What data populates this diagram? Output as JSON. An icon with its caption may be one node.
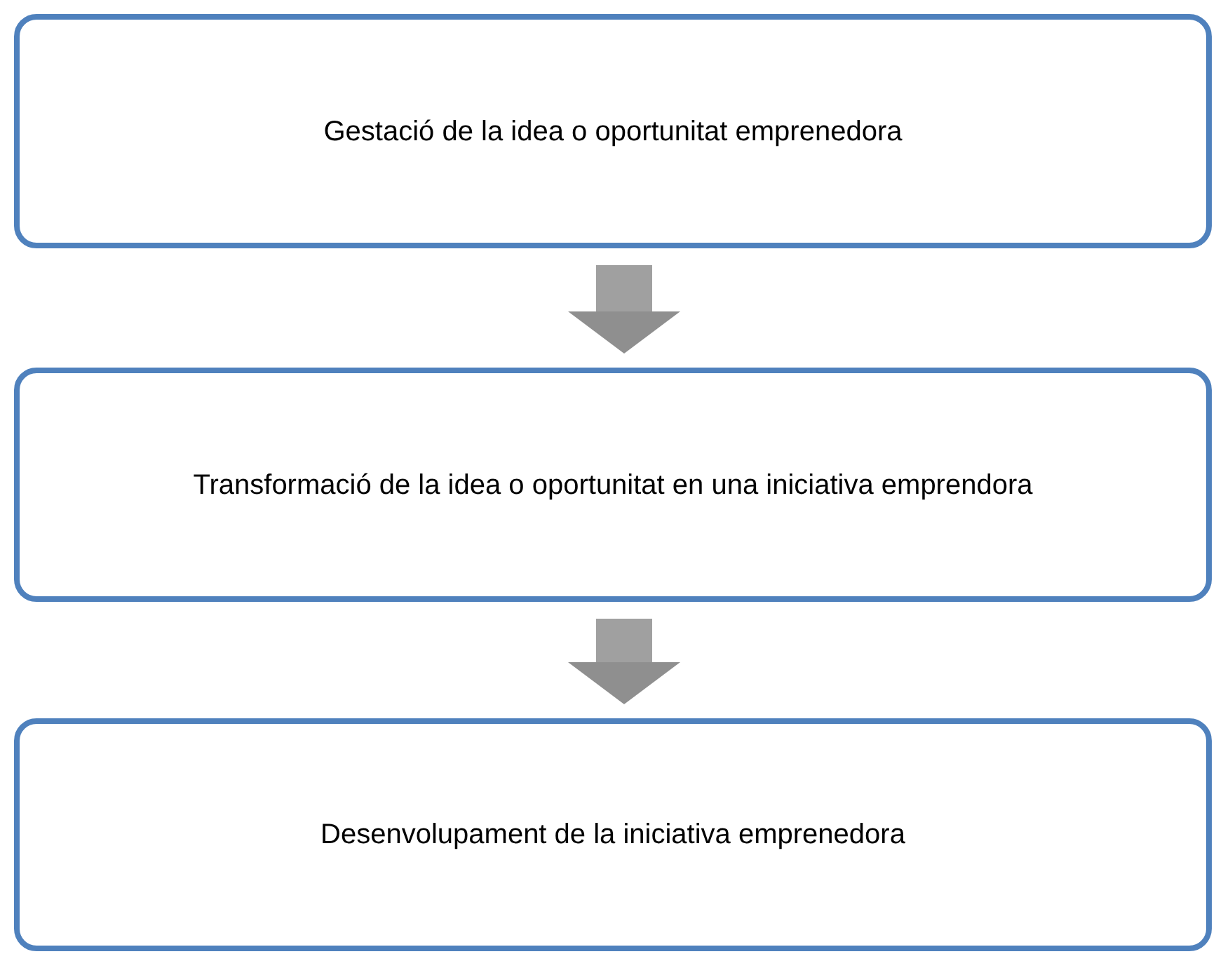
{
  "diagram": {
    "nodes": [
      {
        "text": [
          "Gestació de la idea o oportunitat emprenedora"
        ]
      },
      {
        "text": [
          "Transformació de la idea o oportunitat en una iniciativa emprendora"
        ]
      },
      {
        "text": [
          "Desenvolupament de la iniciativa emprenedora"
        ]
      }
    ],
    "edges": [
      {
        "from": 0,
        "to": 1,
        "arrow": "to"
      },
      {
        "from": 1,
        "to": 2,
        "arrow": "to"
      }
    ]
  }
}
